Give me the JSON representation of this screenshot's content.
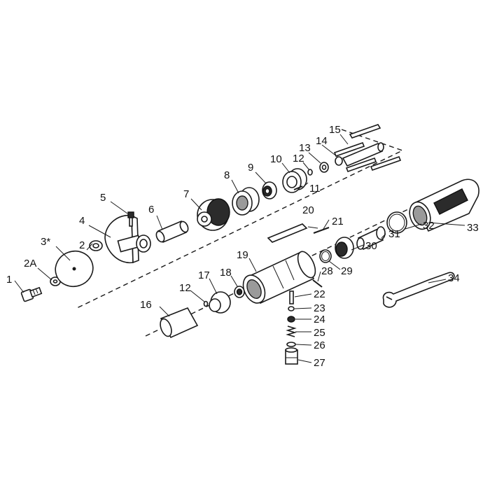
{
  "diagram": {
    "labels": {
      "p1": "1",
      "p2A": "2A",
      "p3": "3*",
      "p2": "2",
      "p4": "4",
      "p5": "5",
      "p6": "6",
      "p7": "7",
      "p8": "8",
      "p9": "9",
      "p10": "10",
      "p11": "11",
      "p12a": "12",
      "p13": "13",
      "p14": "14",
      "p15": "15",
      "p16": "16",
      "p17": "17",
      "p12b": "12",
      "p18": "18",
      "p19": "19",
      "p20": "20",
      "p21": "21",
      "p22": "22",
      "p23": "23",
      "p24": "24",
      "p25": "25",
      "p26": "26",
      "p27": "27",
      "p28": "28",
      "p29": "29",
      "p30": "30",
      "p31": "31",
      "p32": "32",
      "p33": "33",
      "p34": "34"
    }
  }
}
